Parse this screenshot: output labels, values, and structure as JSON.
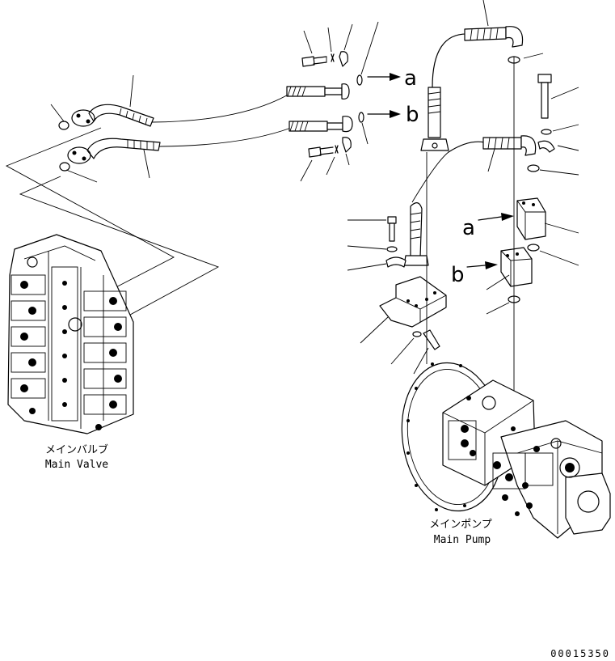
{
  "connection_markers": {
    "upper": "a",
    "lower": "b"
  },
  "main_valve": {
    "label_jp": "メインバルブ",
    "label_en": "Main Valve"
  },
  "main_pump": {
    "label_jp": "メインポンプ",
    "label_en": "Main Pump"
  },
  "drawing_number": "00015350"
}
